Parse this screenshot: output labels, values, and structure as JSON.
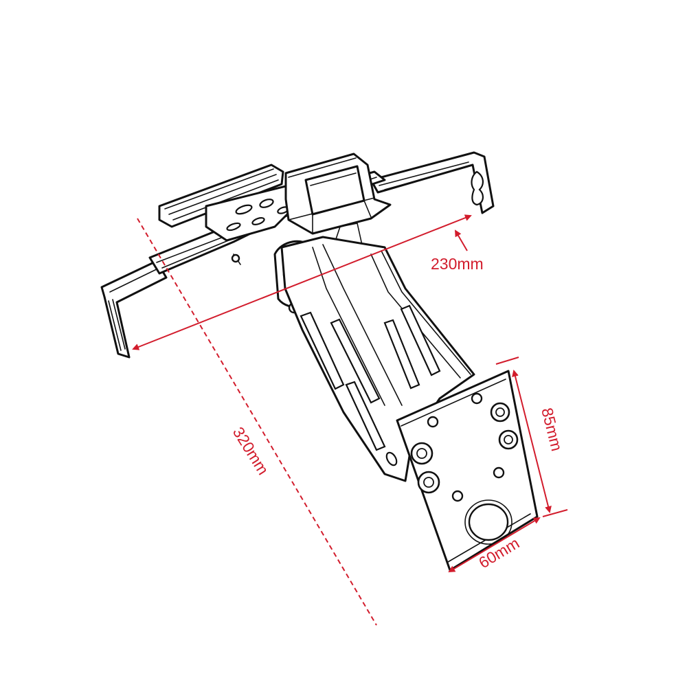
{
  "colors": {
    "line_art": "#111111",
    "dimension": "#d21c2c",
    "background": "#ffffff"
  },
  "dimensions": {
    "width_top": "230mm",
    "total_length": "320mm",
    "plate_height": "85mm",
    "plate_width": "60mm"
  }
}
